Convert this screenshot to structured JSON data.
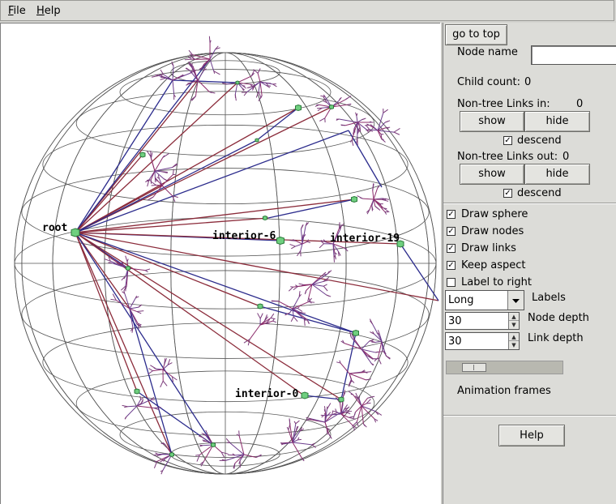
{
  "menubar": {
    "file": {
      "mnemonic": "F",
      "rest": "ile"
    },
    "help": {
      "mnemonic": "H",
      "rest": "elp"
    }
  },
  "canvas": {
    "node_labels": {
      "root": "root",
      "interior6": "interior-6",
      "interior19": "interior-19",
      "interior0": "interior-0"
    },
    "colors": {
      "grid": "#555555",
      "tree_link": "#2b2b8c",
      "non_tree_link": "#8b2b3a",
      "node_fill": "#6fcf7f",
      "node_stroke": "#2a7a3a"
    }
  },
  "panel": {
    "go_to_top": "go to top",
    "node_name_label": "Node name",
    "node_name_value": "",
    "child_count_label": "Child count:",
    "child_count_value": "0",
    "links_in_label": "Non-tree Links in:",
    "links_in_value": "0",
    "links_out_label": "Non-tree Links out:",
    "links_out_value": "0",
    "show": "show",
    "hide": "hide",
    "descend": "descend",
    "check": "✓",
    "draw_sphere": "Draw sphere",
    "draw_nodes": "Draw nodes",
    "draw_links": "Draw links",
    "keep_aspect": "Keep aspect",
    "label_to_right": "Label to right",
    "labels_label": "Labels",
    "labels_value": "Long",
    "node_depth_label": "Node depth",
    "node_depth_value": "30",
    "link_depth_label": "Link depth",
    "link_depth_value": "30",
    "animation_frames_label": "Animation frames",
    "animation_frames_fraction": 0.08,
    "help_button": "Help"
  }
}
